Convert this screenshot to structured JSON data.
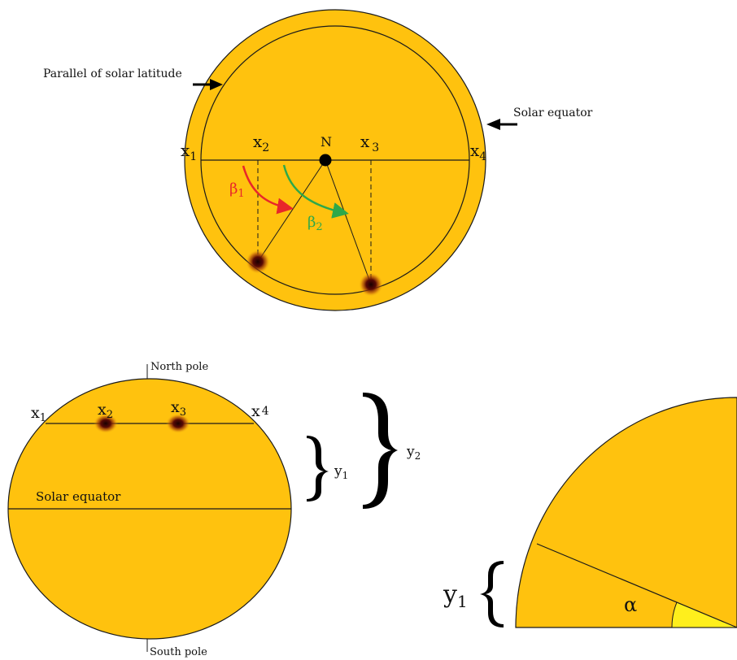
{
  "colors": {
    "sun": "#FFC20E",
    "outline": "#1a1a1a",
    "spot": "#3a0606",
    "angle_fill": "#FFEF1C",
    "beta1": "#e8262a",
    "beta2": "#2ea84a"
  },
  "top_view": {
    "label_parallel": "Parallel of solar latitude",
    "label_equator": "Solar equator",
    "x1": "x",
    "x1_sub": "1",
    "x2": "x",
    "x2_sub": "2",
    "x3": "x",
    "x3_sub": "3",
    "x4": "x",
    "x4_sub": "4",
    "pole": "N",
    "beta1": "β",
    "beta1_sub": "1",
    "beta2": "β",
    "beta2_sub": "2"
  },
  "side_view": {
    "north_pole": "North pole",
    "south_pole": "South pole",
    "equator": "Solar equator",
    "x1": "x",
    "x1_sub": "1",
    "x2": "x",
    "x2_sub": "2",
    "x3": "x",
    "x3_sub": "3",
    "x4": "x",
    "x4_sub": "4",
    "y1": "y",
    "y1_sub": "1",
    "y2": "y",
    "y2_sub": "2"
  },
  "quadrant": {
    "y1": "y",
    "y1_sub": "1",
    "alpha": "α"
  }
}
